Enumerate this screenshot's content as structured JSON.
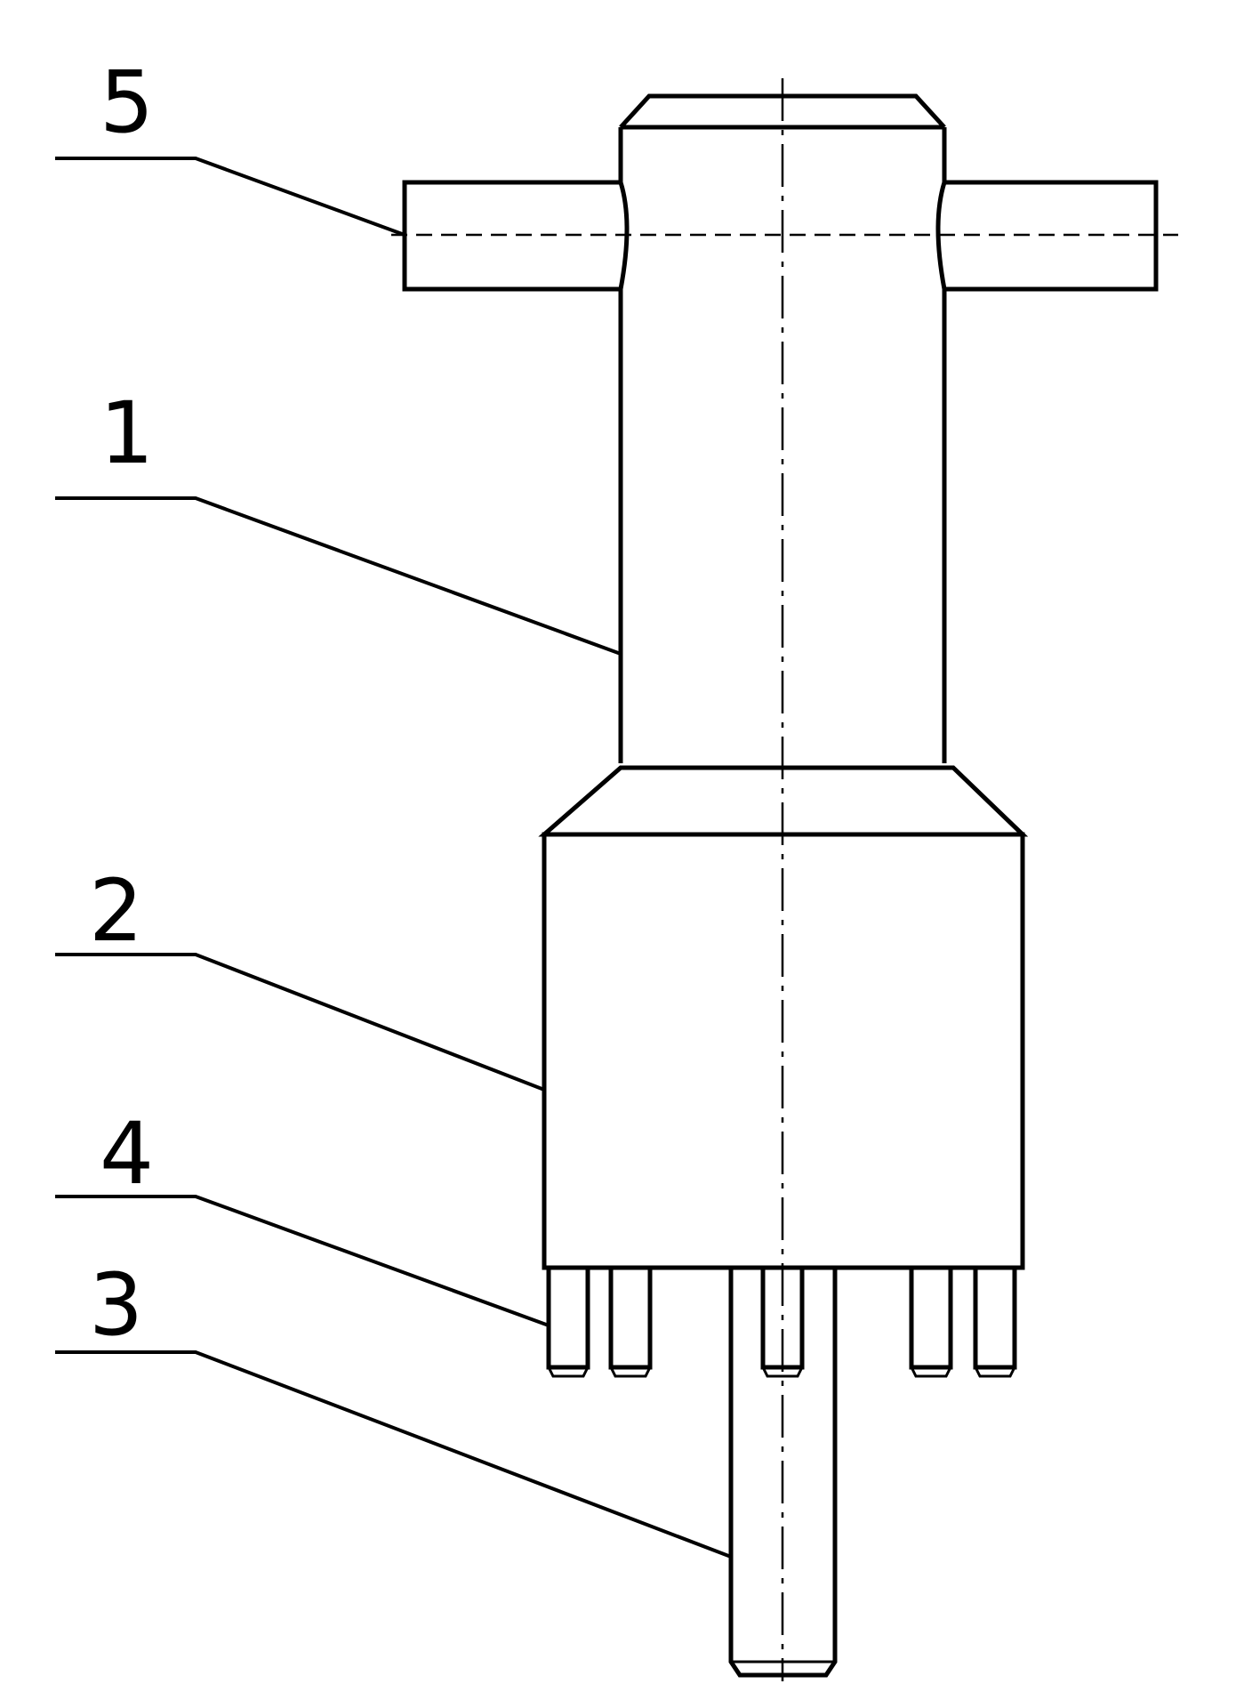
{
  "callouts": [
    {
      "id": "callout-5",
      "text": "5"
    },
    {
      "id": "callout-1",
      "text": "1"
    },
    {
      "id": "callout-2",
      "text": "2"
    },
    {
      "id": "callout-4",
      "text": "4"
    },
    {
      "id": "callout-3",
      "text": "3"
    }
  ],
  "colors": {
    "line": "#000000",
    "background": "#ffffff"
  }
}
